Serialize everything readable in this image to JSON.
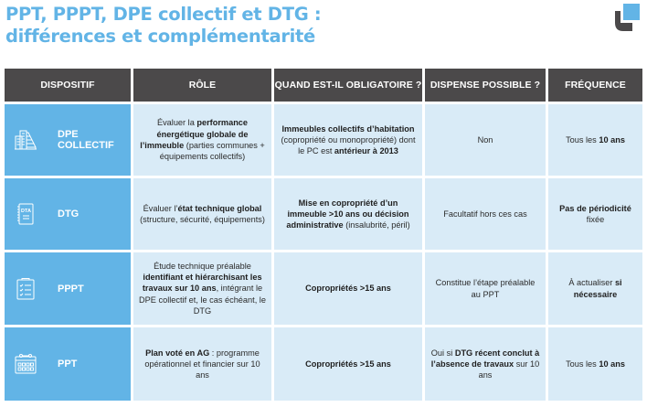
{
  "title": {
    "line1": "PPT, PPPT, DPE collectif et DTG :",
    "line2": "différences et complémentarité"
  },
  "logo": {
    "icon": "brand-logo-icon",
    "colors": {
      "primary": "#62b4e6",
      "secondary": "#4b494a"
    }
  },
  "colors": {
    "title": "#62b4e6",
    "header_bg": "#4b494a",
    "dispositif_bg": "#62b4e6",
    "cell_bg": "#d9ebf7"
  },
  "table": {
    "headers": [
      "DISPOSITIF",
      "RÔLE",
      "QUAND EST-IL OBLIGATOIRE ?",
      "DISPENSE POSSIBLE ?",
      "FRÉQUENCE"
    ],
    "rows": [
      {
        "dispositif": {
          "label": "DPE COLLECTIF",
          "icon": "building-icon"
        },
        "role": [
          {
            "t": "Évaluer la "
          },
          {
            "t": "performance énergétique globale de l’immeuble",
            "b": true
          },
          {
            "t": " (parties communes + équipements collectifs)"
          }
        ],
        "obligatoire": [
          {
            "t": "Immeubles collectifs d’habitation",
            "b": true
          },
          {
            "t": " (copropriété ou monopropriété) dont le PC est "
          },
          {
            "t": "antérieur à 2013",
            "b": true
          }
        ],
        "dispense": [
          {
            "t": "Non"
          }
        ],
        "frequence": [
          {
            "t": "Tous les "
          },
          {
            "t": "10 ans",
            "b": true
          }
        ]
      },
      {
        "dispositif": {
          "label": "DTG",
          "icon": "dta-document-icon",
          "icon_text": "DTA"
        },
        "role": [
          {
            "t": "Évaluer l’"
          },
          {
            "t": "état technique global",
            "b": true
          },
          {
            "t": " (structure, sécurité, équipements)"
          }
        ],
        "obligatoire": [
          {
            "t": "Mise en copropriété d’un immeuble >10 ans ou décision administrative",
            "b": true
          },
          {
            "t": " (insalubrité, péril)"
          }
        ],
        "dispense": [
          {
            "t": "Facultatif hors ces cas"
          }
        ],
        "frequence": [
          {
            "t": "Pas de périodicité",
            "b": true
          },
          {
            "t": " fixée"
          }
        ]
      },
      {
        "dispositif": {
          "label": "PPPT",
          "icon": "checklist-icon"
        },
        "role": [
          {
            "t": "Étude technique préalable "
          },
          {
            "t": "identifiant et hiérarchisant les travaux sur 10 ans",
            "b": true
          },
          {
            "t": ", intégrant le DPE collectif et, le cas échéant, le DTG"
          }
        ],
        "obligatoire": [
          {
            "t": "Copropriétés >15 ans",
            "b": true
          }
        ],
        "dispense": [
          {
            "t": "Constitue l’étape préalable au PPT"
          }
        ],
        "frequence": [
          {
            "t": "À actualiser "
          },
          {
            "t": "si nécessaire",
            "b": true
          }
        ]
      },
      {
        "dispositif": {
          "label": "PPT",
          "icon": "calendar-icon"
        },
        "role": [
          {
            "t": "Plan voté en AG",
            "b": true
          },
          {
            "t": " : programme opérationnel et financier sur 10 ans"
          }
        ],
        "obligatoire": [
          {
            "t": "Copropriétés >15 ans",
            "b": true
          }
        ],
        "dispense": [
          {
            "t": "Oui si "
          },
          {
            "t": "DTG récent conclut à l’absence de travaux",
            "b": true
          },
          {
            "t": " sur 10 ans"
          }
        ],
        "frequence": [
          {
            "t": "Tous les "
          },
          {
            "t": "10 ans",
            "b": true
          }
        ]
      }
    ]
  }
}
